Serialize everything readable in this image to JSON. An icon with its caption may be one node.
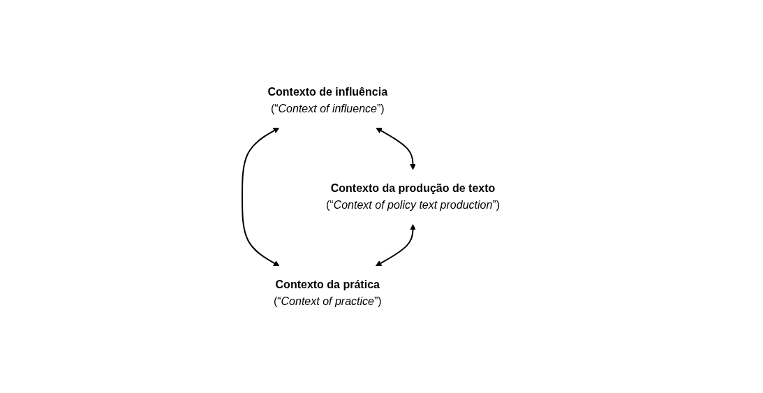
{
  "diagram": {
    "nodes": [
      {
        "text": [
          "Contexto de influência",
          "(“*Context of influence*”)"
        ]
      },
      {
        "text": [
          "Contexto da produção de texto",
          "(“*Context of policy text production*”)"
        ]
      },
      {
        "text": [
          "Contexto da prática",
          "(“*Context of practice*”)"
        ]
      }
    ],
    "edges": [
      {
        "from": 0,
        "to": 1,
        "arrow": "both"
      },
      {
        "from": 0,
        "to": 2,
        "arrow": "both"
      },
      {
        "from": 1,
        "to": 2,
        "arrow": "both"
      }
    ]
  }
}
